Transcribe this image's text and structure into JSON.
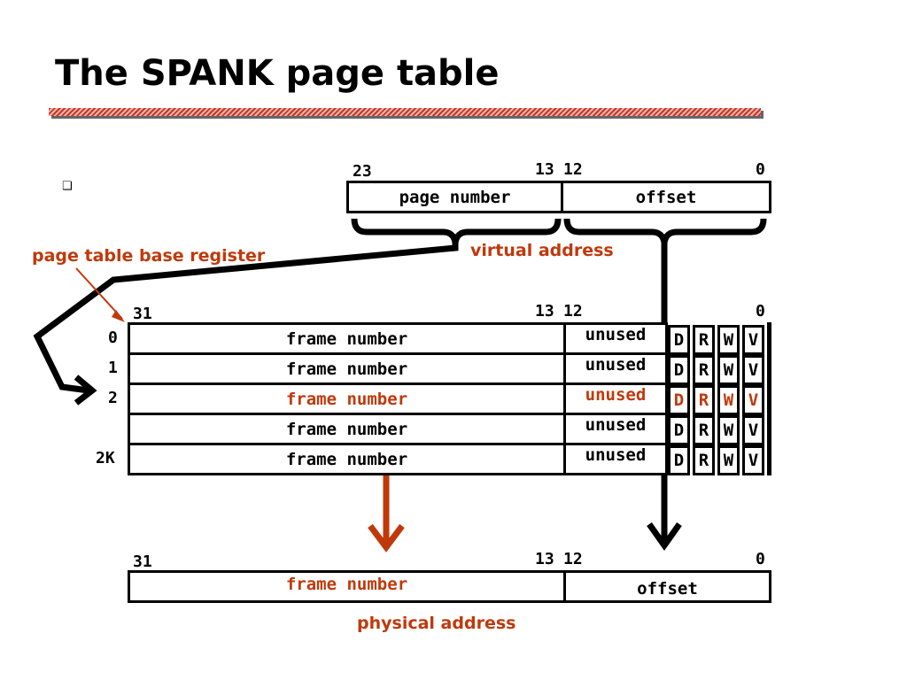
{
  "slide": {
    "title": "The SPANK page table",
    "bullet": "❑"
  },
  "virtual_address": {
    "bit_hi": "23",
    "bit_mid_hi": "13",
    "bit_mid_lo": "12",
    "bit_lo": "0",
    "field_page": "page number",
    "field_offset": "offset",
    "caption": "virtual address"
  },
  "ptbr": {
    "caption": "page table base register"
  },
  "page_table": {
    "bit_hi": "31",
    "bit_mid_hi": "13",
    "bit_mid_lo": "12",
    "bit_lo": "0",
    "rows": [
      {
        "index": "0",
        "frame": "frame number",
        "unused": "unused",
        "d": "D",
        "r": "R",
        "w": "W",
        "v": "V",
        "highlight": false
      },
      {
        "index": "1",
        "frame": "frame number",
        "unused": "unused",
        "d": "D",
        "r": "R",
        "w": "W",
        "v": "V",
        "highlight": false
      },
      {
        "index": "2",
        "frame": "frame number",
        "unused": "unused",
        "d": "D",
        "r": "R",
        "w": "W",
        "v": "V",
        "highlight": true
      },
      {
        "index": "",
        "frame": "frame number",
        "unused": "unused",
        "d": "D",
        "r": "R",
        "w": "W",
        "v": "V",
        "highlight": false
      },
      {
        "index": "2K",
        "frame": "frame number",
        "unused": "unused",
        "d": "D",
        "r": "R",
        "w": "W",
        "v": "V",
        "highlight": false
      }
    ]
  },
  "physical_address": {
    "bit_hi": "31",
    "bit_mid_hi": "13",
    "bit_mid_lo": "12",
    "bit_lo": "0",
    "field_frame": "frame number",
    "field_offset": "offset",
    "caption": "physical address"
  },
  "colors": {
    "highlight": "#c0390b",
    "rule": "#c0392b"
  }
}
